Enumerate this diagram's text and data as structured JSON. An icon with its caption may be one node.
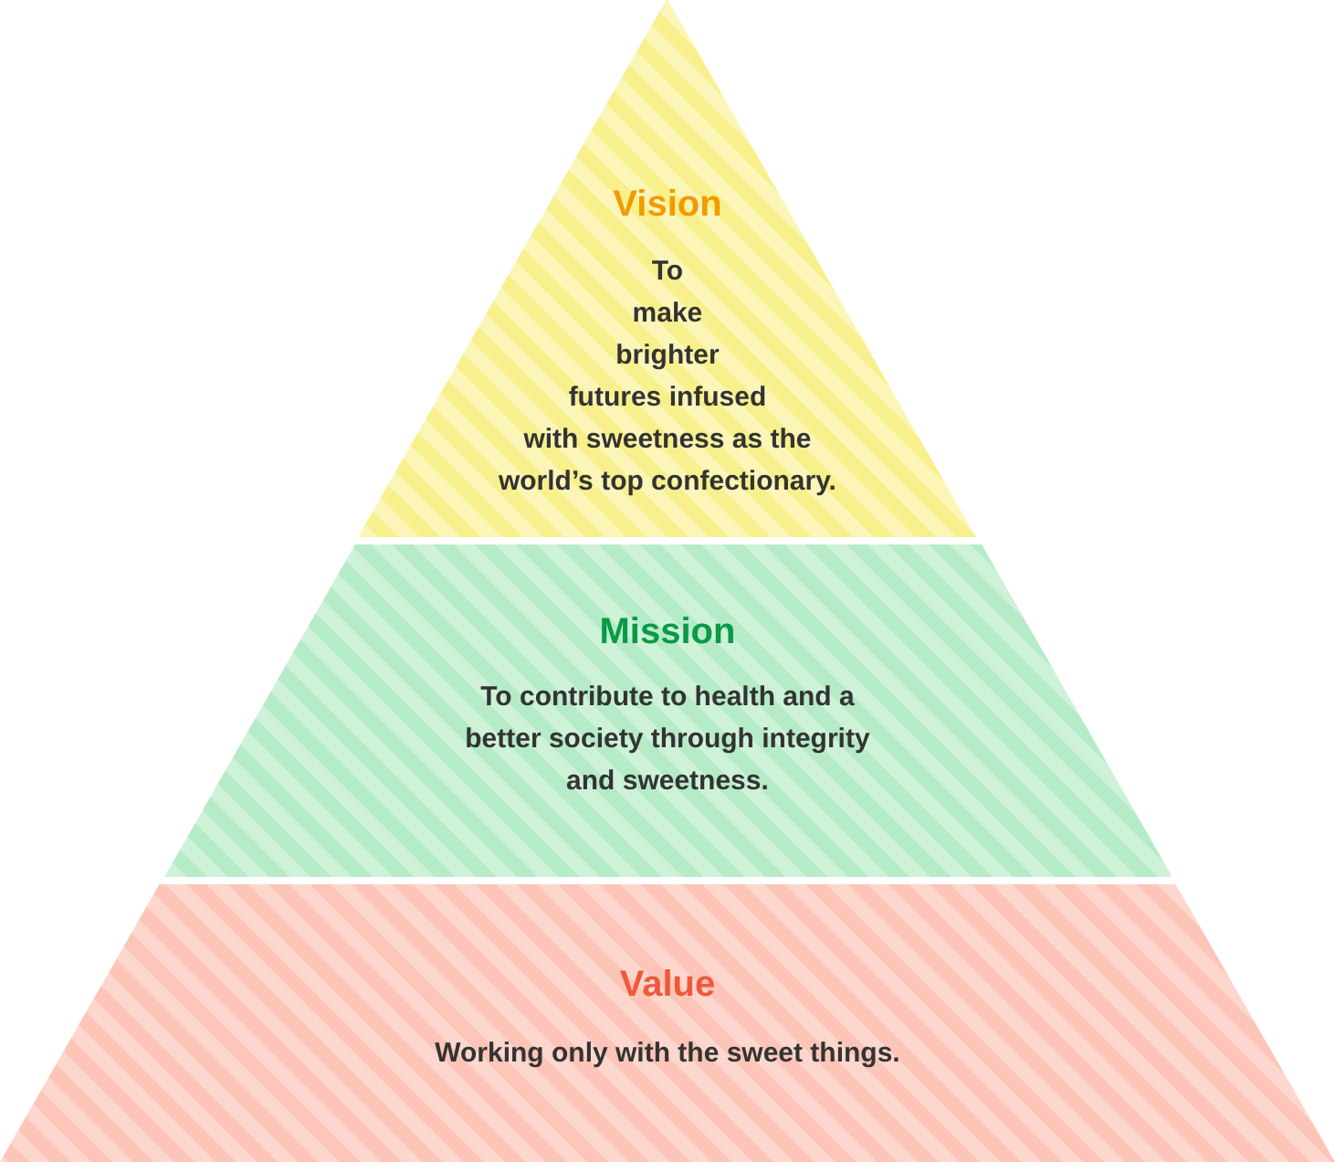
{
  "diagram": {
    "nodes": [
      {
        "text": [
          "Vision",
          "To make brighter futures infused with sweetness as the world’s top confectionary."
        ]
      },
      {
        "text": [
          "Mission",
          "To contribute to health and a better society through integrity and sweetness."
        ]
      },
      {
        "text": [
          "Value",
          "Working only with the sweet things."
        ]
      }
    ]
  }
}
